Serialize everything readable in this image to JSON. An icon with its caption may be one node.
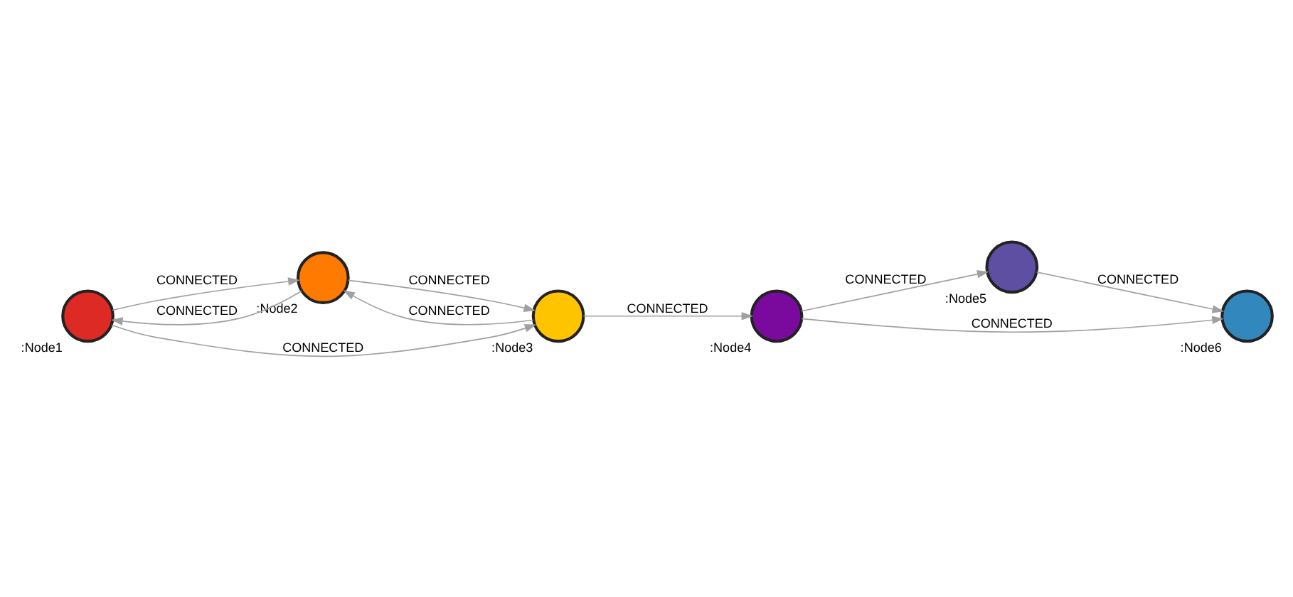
{
  "diagram": {
    "nodes": [
      {
        "text": [],
        "shape": "circle",
        "beside": [
          ":Node1"
        ]
      },
      {
        "text": [],
        "shape": "circle",
        "beside": [
          ":Node2"
        ]
      },
      {
        "text": [],
        "shape": "circle",
        "beside": [
          ":Node3"
        ]
      },
      {
        "text": [],
        "shape": "circle",
        "beside": [
          ":Node4"
        ]
      },
      {
        "text": [],
        "shape": "circle",
        "beside": [
          ":Node5"
        ]
      },
      {
        "text": [],
        "shape": "circle",
        "beside": [
          ":Node6"
        ]
      }
    ],
    "edges": [
      {
        "from": 1,
        "to": 2,
        "arrow": "to",
        "label": "CONNECTED"
      },
      {
        "from": 2,
        "to": 1,
        "arrow": "to",
        "label": "CONNECTED"
      },
      {
        "from": 0,
        "to": 1,
        "arrow": "to",
        "label": "CONNECTED"
      },
      {
        "from": 1,
        "to": 0,
        "arrow": "to",
        "label": "CONNECTED"
      },
      {
        "from": 0,
        "to": 2,
        "arrow": "to",
        "label": "CONNECTED"
      },
      {
        "from": 2,
        "to": 3,
        "arrow": "to",
        "label": "CONNECTED"
      },
      {
        "from": 3,
        "to": 4,
        "arrow": "to",
        "label": "CONNECTED"
      },
      {
        "from": 4,
        "to": 5,
        "arrow": "to",
        "label": "CONNECTED"
      },
      {
        "from": 3,
        "to": 5,
        "arrow": "to",
        "label": "CONNECTED"
      }
    ]
  }
}
